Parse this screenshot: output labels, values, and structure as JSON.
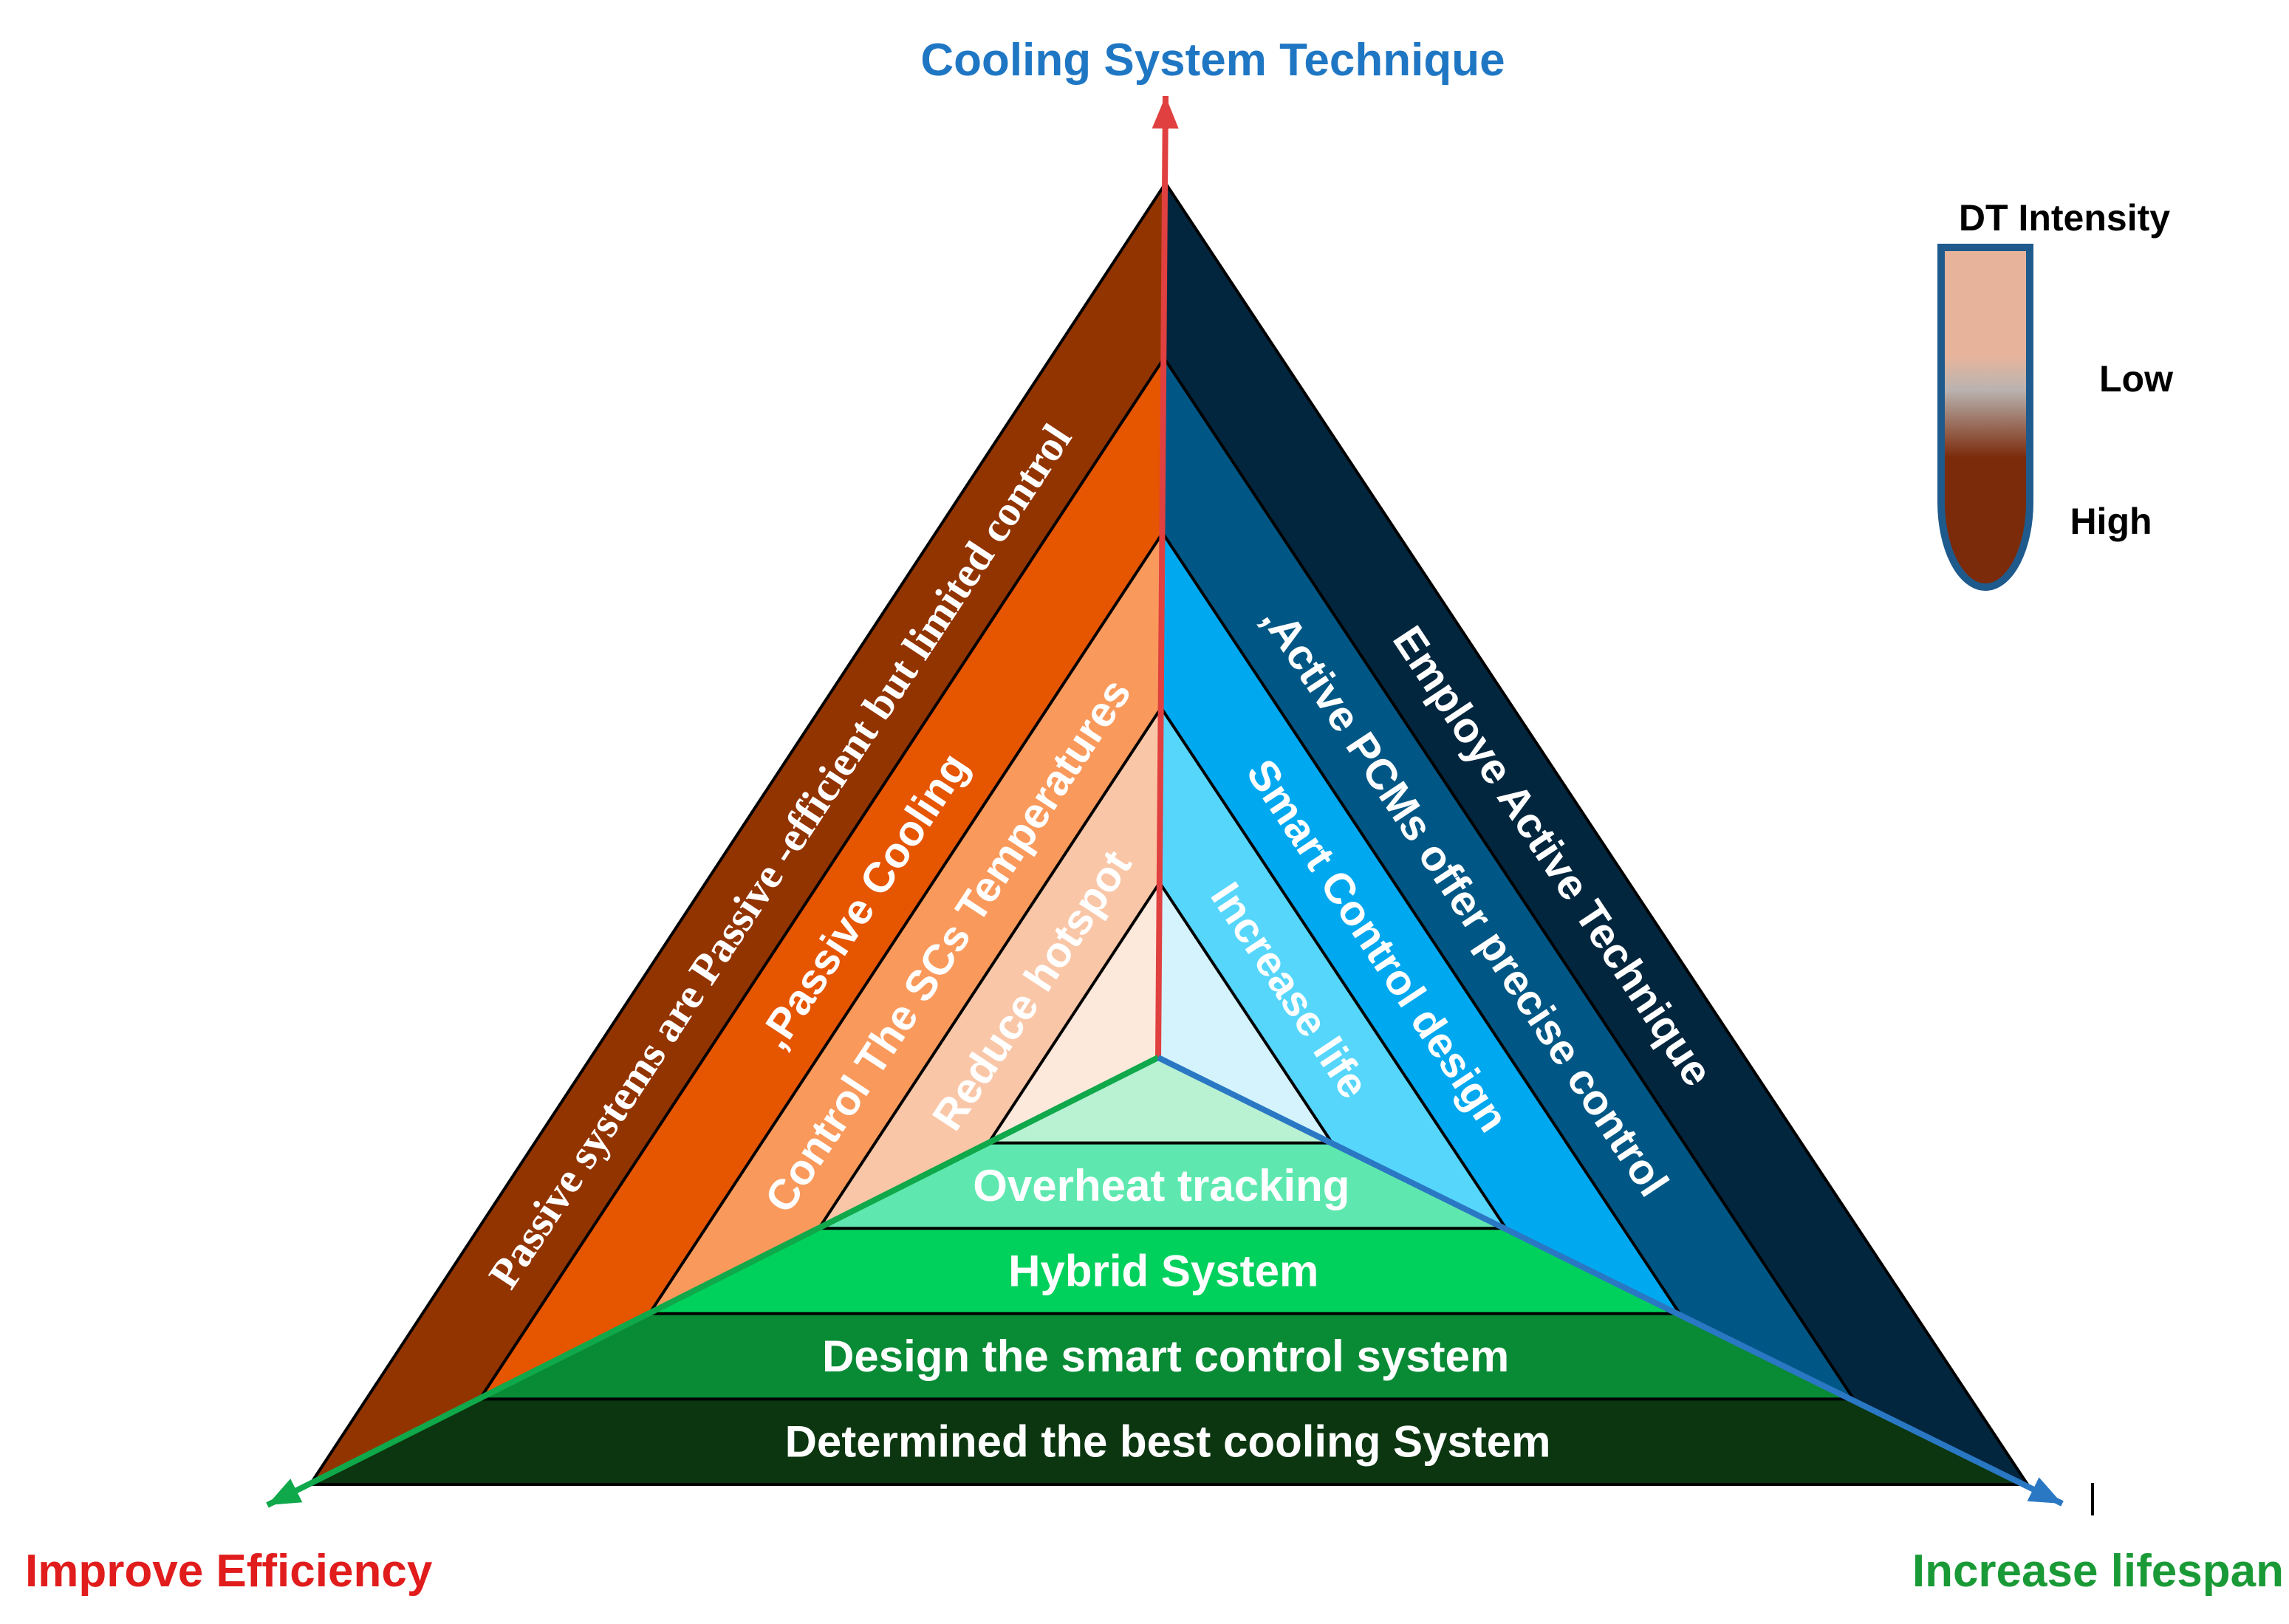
{
  "axes": {
    "top": {
      "label": "Cooling System Technique",
      "color": "#1f77c4"
    },
    "left": {
      "label": "Improve Efficiency",
      "color": "#e11c1c"
    },
    "right": {
      "label": "Increase lifespan",
      "color": "#1a9a36"
    }
  },
  "legend": {
    "title": "DT Intensity",
    "low": "Low",
    "high": "High",
    "gradient_top": "#e7b49b",
    "gradient_bottom": "#7b2a0a",
    "border": "#1f5a8c"
  },
  "left_bands": [
    {
      "label": "Passive systems are Passive -efficient but limited control",
      "color": "#923400",
      "serif": true
    },
    {
      "label": ",Passive Cooling",
      "color": "#e65500"
    },
    {
      "label": "Control The SCs Temperatures",
      "color": "#f99a5c"
    },
    {
      "label": "Reduce hotspot",
      "color": "#f9c7a8"
    },
    {
      "label": "",
      "color": "#fde9dc"
    }
  ],
  "right_bands": [
    {
      "label": "Employe Active Technique",
      "color": "#03263f"
    },
    {
      "label": ",Active PCMs offer precise control",
      "color": "#005785"
    },
    {
      "label": "Smart Control design",
      "color": "#00a8f0"
    },
    {
      "label": "Increase life",
      "color": "#57d6fb"
    },
    {
      "label": "",
      "color": "#d4f3fd"
    }
  ],
  "bottom_bands": [
    {
      "label": "Determined the best cooling System",
      "color": "#0b3610"
    },
    {
      "label": "Design the smart control system",
      "color": "#098a35"
    },
    {
      "label": "Hybrid System",
      "color": "#00d15c"
    },
    {
      "label": "Overheat tracking",
      "color": "#5ee8af"
    },
    {
      "label": "",
      "color": "#b9f1d3"
    }
  ],
  "colors": {
    "top_arrow": "#e0403f",
    "left_arrow": "#0fa84a",
    "right_arrow": "#2a78c4",
    "divider": "#000000"
  }
}
